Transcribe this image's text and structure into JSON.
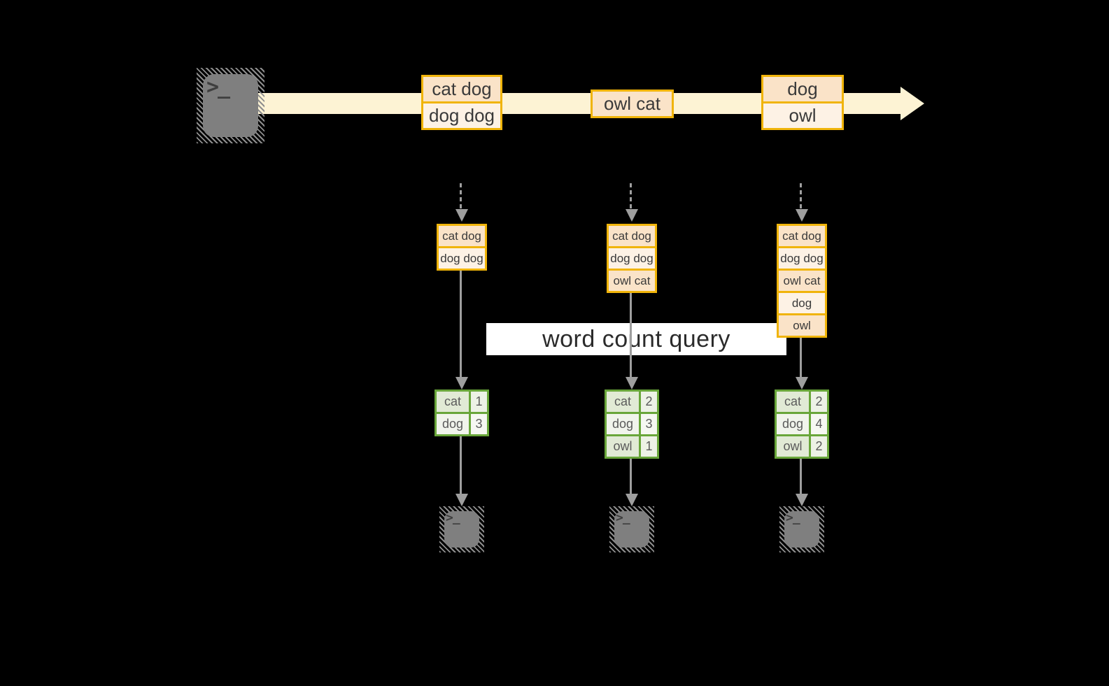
{
  "diagram": {
    "query_label": "word count query",
    "terminal_prompt": ">_",
    "stream_batches": [
      {
        "rows": [
          "cat dog",
          "dog dog"
        ]
      },
      {
        "rows": [
          "owl cat"
        ]
      },
      {
        "rows": [
          "dog",
          "owl"
        ]
      }
    ],
    "snapshots": [
      {
        "accumulated_rows": [
          "cat dog",
          "dog dog"
        ],
        "word_counts": [
          {
            "word": "cat",
            "count": "1"
          },
          {
            "word": "dog",
            "count": "3"
          }
        ]
      },
      {
        "accumulated_rows": [
          "cat dog",
          "dog dog",
          "owl cat"
        ],
        "word_counts": [
          {
            "word": "cat",
            "count": "2"
          },
          {
            "word": "dog",
            "count": "3"
          },
          {
            "word": "owl",
            "count": "1"
          }
        ]
      },
      {
        "accumulated_rows": [
          "cat dog",
          "dog dog",
          "owl cat",
          "dog",
          "owl"
        ],
        "word_counts": [
          {
            "word": "cat",
            "count": "2"
          },
          {
            "word": "dog",
            "count": "4"
          },
          {
            "word": "owl",
            "count": "2"
          }
        ]
      }
    ],
    "colors": {
      "accent_orange_border": "#F0B40A",
      "row_peach": "#FAE3C8",
      "row_cream": "#FDF2E5",
      "stream_band": "#FDF3D4",
      "accent_green_border": "#69A63A",
      "green_cell_dark": "#E1EAD5",
      "green_cell_light": "#F1F4EC",
      "arrow_gray": "#9E9E9E",
      "terminal_gray": "#7F7F7F",
      "query_band_bg": "#FFFFFF",
      "text_dark": "#3A3A3A",
      "background": "#000000"
    }
  }
}
